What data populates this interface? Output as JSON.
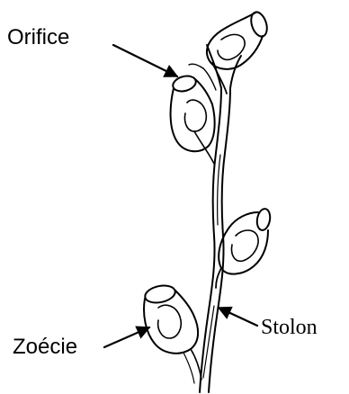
{
  "labels": {
    "orifice": "Orifice",
    "zoecie": "Zoécie",
    "stolon": "Stolon"
  },
  "colors": {
    "ink": "#000000",
    "background": "#ffffff"
  }
}
